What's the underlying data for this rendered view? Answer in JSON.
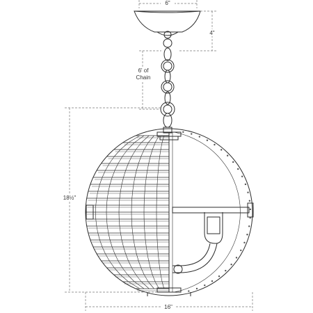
{
  "dimensions": {
    "canopy_width": "6\"",
    "canopy_height": "4\"",
    "chain_length_line1": "6' of",
    "chain_length_line2": "Chain",
    "overall_height": "18½\"",
    "globe_width": "16\""
  },
  "colors": {
    "line": "#2b2b2b",
    "dimension": "#777777"
  }
}
